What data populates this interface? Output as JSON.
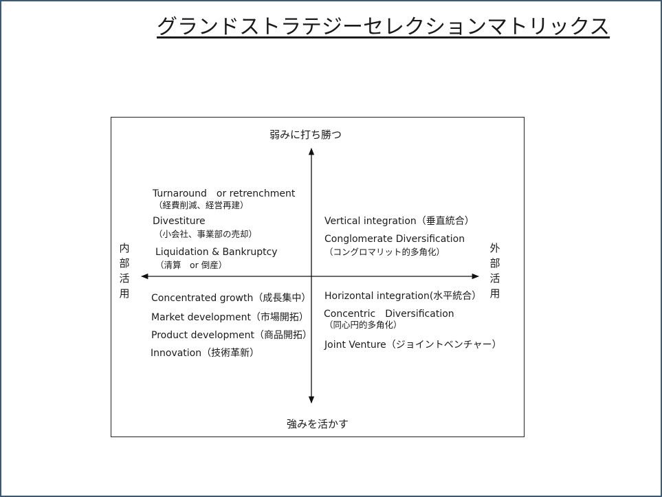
{
  "title": "グランドストラテジーセレクションマトリックス",
  "axes": {
    "top": "弱みに打ち勝つ",
    "bottom": "強みを活かす",
    "left": "内部活用",
    "right": "外部活用"
  },
  "quadrants": {
    "top_left": [
      {
        "label": "Turnaround　or retrenchment",
        "sub": "（経費削減、経営再建）"
      },
      {
        "label": "Divestiture",
        "sub": "（小会社、事業部の売却）"
      },
      {
        "label": "Liquidation & Bankruptcy",
        "sub": "（清算　or 倒産）"
      }
    ],
    "top_right": [
      {
        "label": "Vertical integration（垂直統合）"
      },
      {
        "label": "Conglomerate Diversification",
        "sub": "（コングロマリット的多角化）"
      }
    ],
    "bottom_left": [
      {
        "label": "Concentrated growth（成長集中）"
      },
      {
        "label": "Market development（市場開拓）"
      },
      {
        "label": "Product development（商品開拓）"
      },
      {
        "label": "Innovation（技術革新）"
      }
    ],
    "bottom_right": [
      {
        "label": "Horizontal integration(水平統合）"
      },
      {
        "label": "Concentric　Diversification",
        "sub": "（同心円的多角化）"
      },
      {
        "label": "Joint Venture（ジョイントベンチャー）"
      }
    ]
  }
}
